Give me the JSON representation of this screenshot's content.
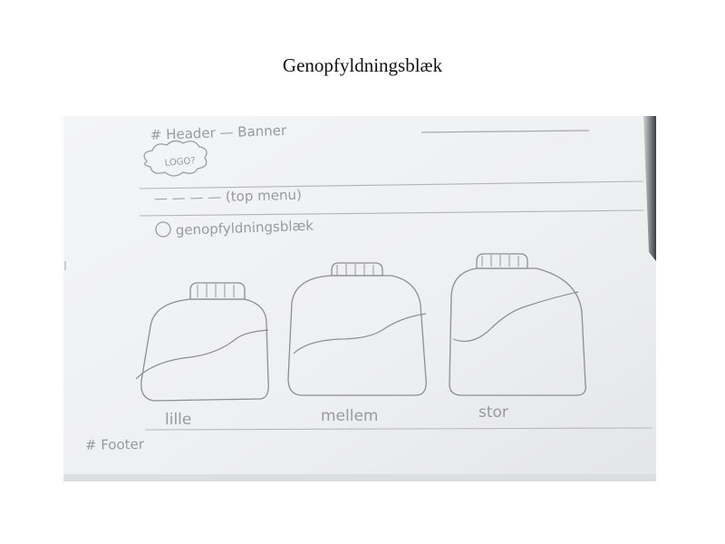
{
  "document": {
    "title": "Genopfyldningsblæk"
  },
  "sketch": {
    "header_label": "# Header — Banner",
    "logo_label": "LOGO?",
    "nav_label": "— — — — (top menu)",
    "heading_label": "genopfyldningsblæk",
    "bottles": [
      {
        "label": "lille"
      },
      {
        "label": "mellem"
      },
      {
        "label": "stor"
      }
    ],
    "footer_label": "# Footer"
  },
  "colors": {
    "paper": "#f3f4f5",
    "pencil": "#8e8e8e",
    "page": "#ffffff"
  }
}
